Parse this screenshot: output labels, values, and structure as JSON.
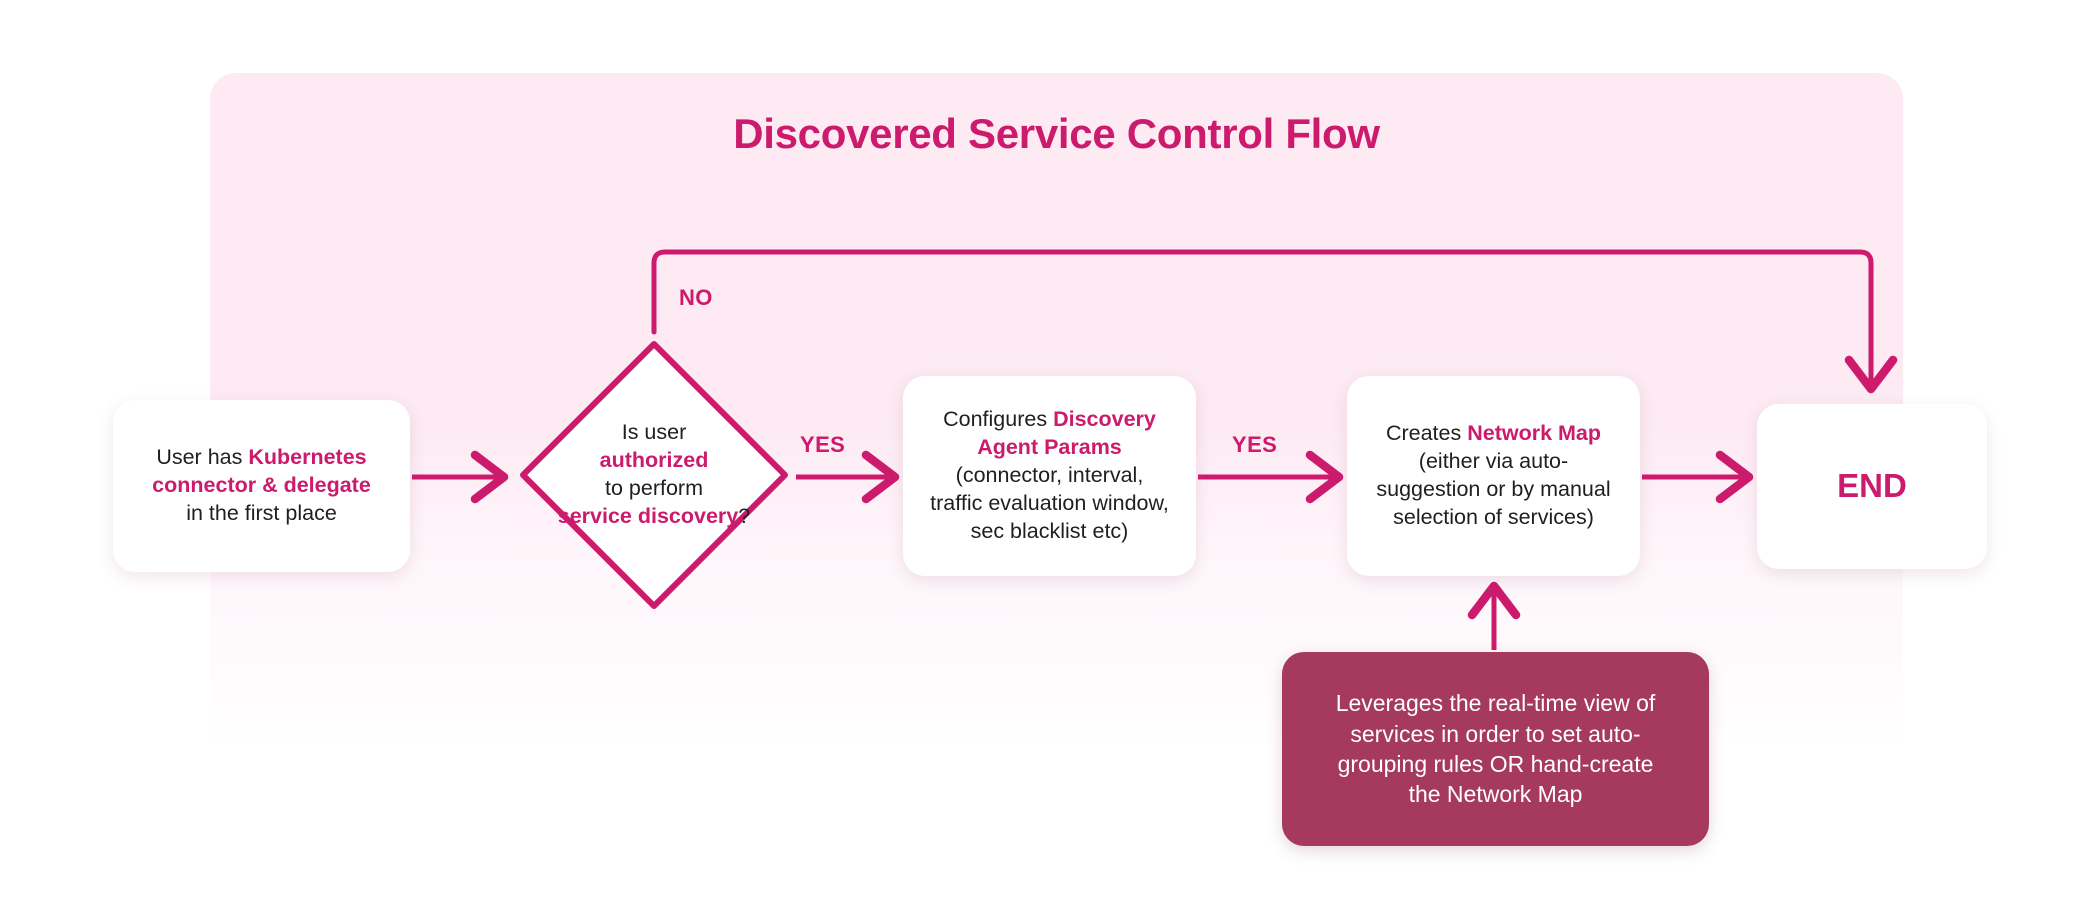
{
  "diagram": {
    "title": "Discovered Service Control Flow",
    "accent_color": "#cc1b6d",
    "panel_color": "#fdeaf3",
    "callout_color": "#a6395e",
    "node_color": "#ffffff",
    "text_color": "#1f1f1f"
  },
  "nodes": {
    "user": {
      "id": "user-has-connector",
      "shape": "rounded-rect",
      "line1_plain": "User has ",
      "line1_highlight": "Kubernetes",
      "line2_highlight": "connector & delegate",
      "line3_plain": "in the first place"
    },
    "decision": {
      "id": "is-user-authorized",
      "shape": "diamond",
      "line1": "Is user",
      "line2_highlight": "authorized",
      "line3": "to perform",
      "line4_highlight": "service discovery",
      "line4_suffix": "?"
    },
    "params": {
      "id": "configures-discovery-agent-params",
      "shape": "rounded-rect",
      "line1_plain": "Configures ",
      "line1_highlight": "Discovery",
      "line2_highlight": "Agent Params",
      "line3": "(connector, interval,",
      "line4": "traffic evaluation window,",
      "line5": "sec blacklist etc)"
    },
    "netmap": {
      "id": "creates-network-map",
      "shape": "rounded-rect",
      "line1_plain": "Creates ",
      "line1_highlight": "Network Map",
      "line2": "(either via auto-",
      "line3": "suggestion or by manual",
      "line4": "selection of services)"
    },
    "end": {
      "id": "end-node",
      "shape": "rounded-rect",
      "label": "END"
    },
    "callout": {
      "id": "leverages-realtime-view",
      "shape": "rounded-rect-dark",
      "line1": "Leverages the real-time view of",
      "line2": "services in order to set auto-",
      "line3": "grouping rules OR hand-create",
      "line4": "the Network Map"
    }
  },
  "edges": [
    {
      "id": "user-to-decision",
      "from": "user",
      "to": "decision",
      "label": ""
    },
    {
      "id": "decision-no-to-end",
      "from": "decision",
      "to": "end",
      "label": "NO"
    },
    {
      "id": "decision-yes-to-params",
      "from": "decision",
      "to": "params",
      "label": "YES"
    },
    {
      "id": "params-yes-to-netmap",
      "from": "params",
      "to": "netmap",
      "label": "YES"
    },
    {
      "id": "netmap-to-end",
      "from": "netmap",
      "to": "end",
      "label": ""
    },
    {
      "id": "callout-to-netmap",
      "from": "callout",
      "to": "netmap",
      "label": ""
    }
  ],
  "edge_labels": {
    "no": "NO",
    "yes_1": "YES",
    "yes_2": "YES"
  }
}
